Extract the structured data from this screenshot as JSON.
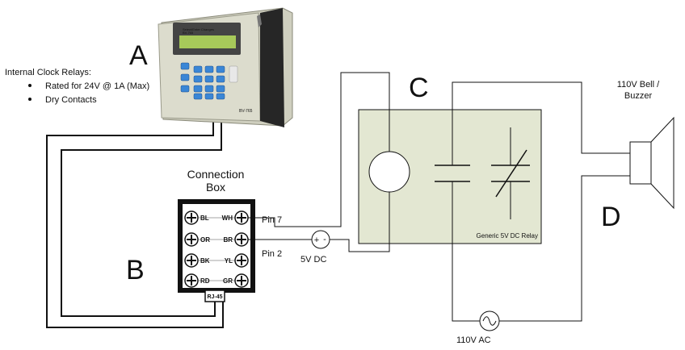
{
  "labels": {
    "a": "A",
    "b": "B",
    "c": "C",
    "d": "D"
  },
  "notes": {
    "title": "Internal Clock Relays:",
    "bullets": [
      "Rated for 24V @ 1A (Max)",
      "Dry Contacts"
    ]
  },
  "connection_box": {
    "title_line1": "Connection",
    "title_line2": "Box",
    "terminals": [
      {
        "left": "BL",
        "right": "WH"
      },
      {
        "left": "OR",
        "right": "BR"
      },
      {
        "left": "BK",
        "right": "YL"
      },
      {
        "left": "RD",
        "right": "GR"
      }
    ],
    "connector": "RJ-45"
  },
  "wires": {
    "pin7": "Pin 7",
    "pin2": "Pin 2"
  },
  "dc_source": {
    "plus": "+",
    "minus": "-",
    "label": "5V  DC"
  },
  "relay": {
    "label": "Generic 5V DC Relay"
  },
  "bell": {
    "line1": "110V Bell /",
    "line2": "Buzzer"
  },
  "ac_source": {
    "label": "110V  AC"
  },
  "device": {
    "model": "BV-765",
    "screen_line1": "Select/Enter Changes",
    "screen_line2": "BV-765"
  },
  "colors": {
    "relay_fill": "#e3e7d2",
    "wire": "#111111",
    "device_body": "#d8d8c8",
    "lcd": "#a7c95a",
    "keys": "#3a86d6"
  }
}
